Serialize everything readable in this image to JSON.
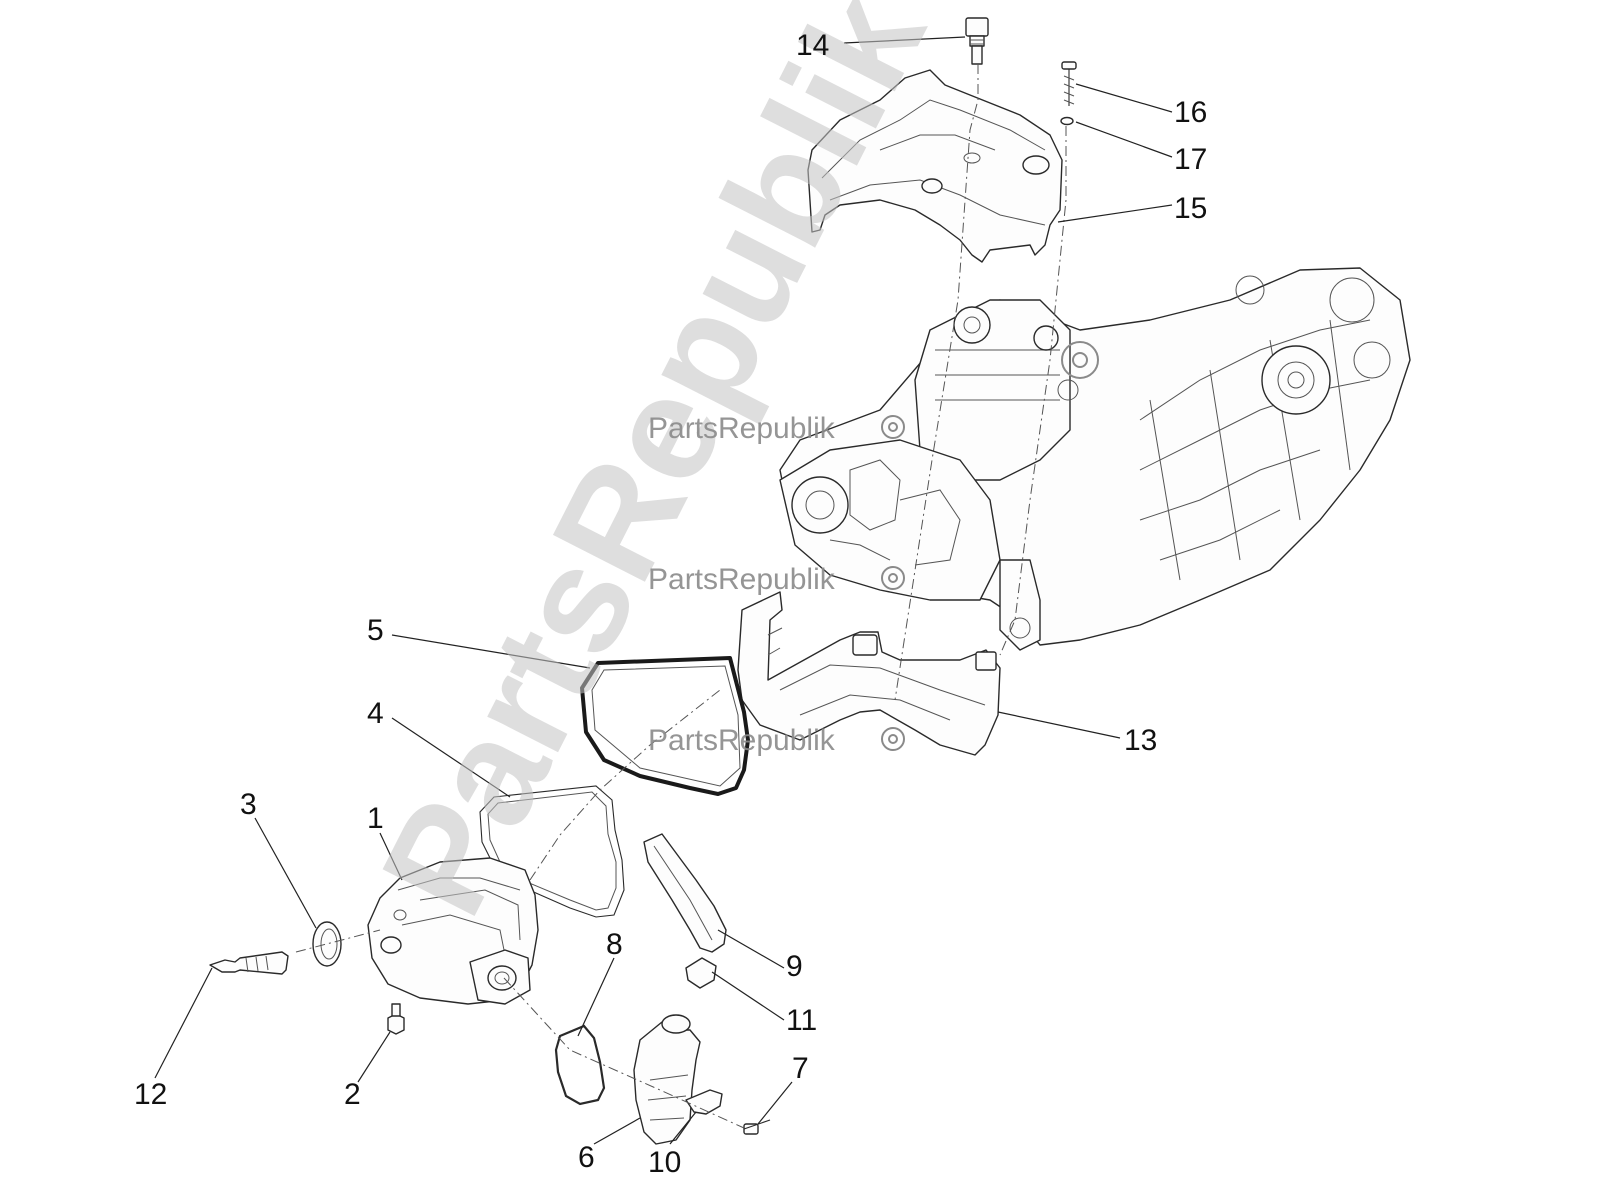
{
  "watermark": {
    "diagonal": "PartsRepublik",
    "label": "PartsRepublik"
  },
  "callouts": [
    {
      "id": "1",
      "label": "1"
    },
    {
      "id": "2",
      "label": "2"
    },
    {
      "id": "3",
      "label": "3"
    },
    {
      "id": "4",
      "label": "4"
    },
    {
      "id": "5",
      "label": "5"
    },
    {
      "id": "6",
      "label": "6"
    },
    {
      "id": "7",
      "label": "7"
    },
    {
      "id": "8",
      "label": "8"
    },
    {
      "id": "9",
      "label": "9"
    },
    {
      "id": "10",
      "label": "10"
    },
    {
      "id": "11",
      "label": "11"
    },
    {
      "id": "12",
      "label": "12"
    },
    {
      "id": "13",
      "label": "13"
    },
    {
      "id": "14",
      "label": "14"
    },
    {
      "id": "15",
      "label": "15"
    },
    {
      "id": "16",
      "label": "16"
    },
    {
      "id": "17",
      "label": "17"
    }
  ]
}
